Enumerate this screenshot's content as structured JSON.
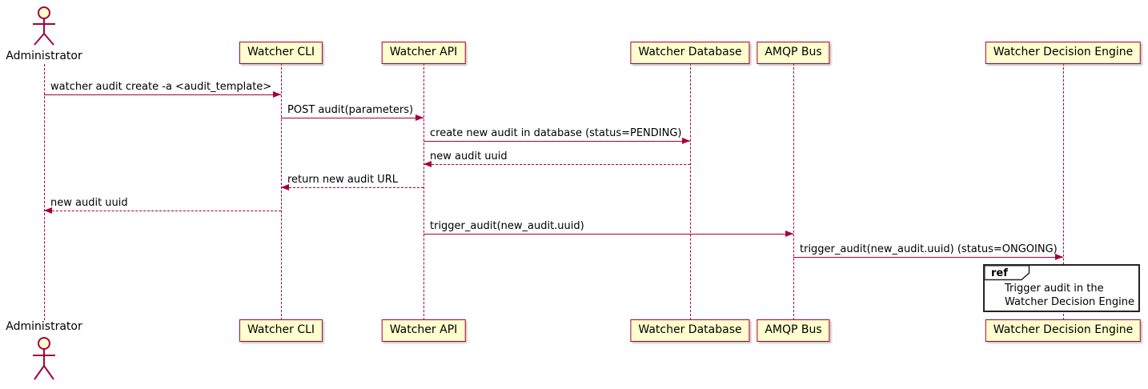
{
  "diagram": {
    "type": "sequence",
    "actor": {
      "name": "Administrator"
    },
    "participants": [
      {
        "label": "Watcher CLI"
      },
      {
        "label": "Watcher API"
      },
      {
        "label": "Watcher Database"
      },
      {
        "label": "AMQP Bus"
      },
      {
        "label": "Watcher Decision Engine"
      }
    ],
    "messages": [
      {
        "from": "Administrator",
        "to": "Watcher CLI",
        "style": "solid",
        "label": "watcher audit create -a <audit_template>"
      },
      {
        "from": "Watcher CLI",
        "to": "Watcher API",
        "style": "solid",
        "label": "POST audit(parameters)"
      },
      {
        "from": "Watcher API",
        "to": "Watcher Database",
        "style": "solid",
        "label": "create new audit in database (status=PENDING)"
      },
      {
        "from": "Watcher Database",
        "to": "Watcher API",
        "style": "dashed",
        "label": "new audit uuid"
      },
      {
        "from": "Watcher API",
        "to": "Watcher CLI",
        "style": "dashed",
        "label": "return new audit URL"
      },
      {
        "from": "Watcher CLI",
        "to": "Administrator",
        "style": "dashed",
        "label": "new audit uuid"
      },
      {
        "from": "Watcher API",
        "to": "AMQP Bus",
        "style": "solid",
        "label": "trigger_audit(new_audit.uuid)"
      },
      {
        "from": "AMQP Bus",
        "to": "Watcher Decision Engine",
        "style": "solid",
        "label": "trigger_audit(new_audit.uuid) (status=ONGOING)"
      }
    ],
    "ref": {
      "keyword": "ref",
      "lines": [
        "Trigger audit in the",
        "Watcher Decision Engine"
      ]
    },
    "colors": {
      "participant_fill": "#FEFECE",
      "line": "#A80036",
      "text": "#000000",
      "ref_border": "#232323"
    }
  }
}
